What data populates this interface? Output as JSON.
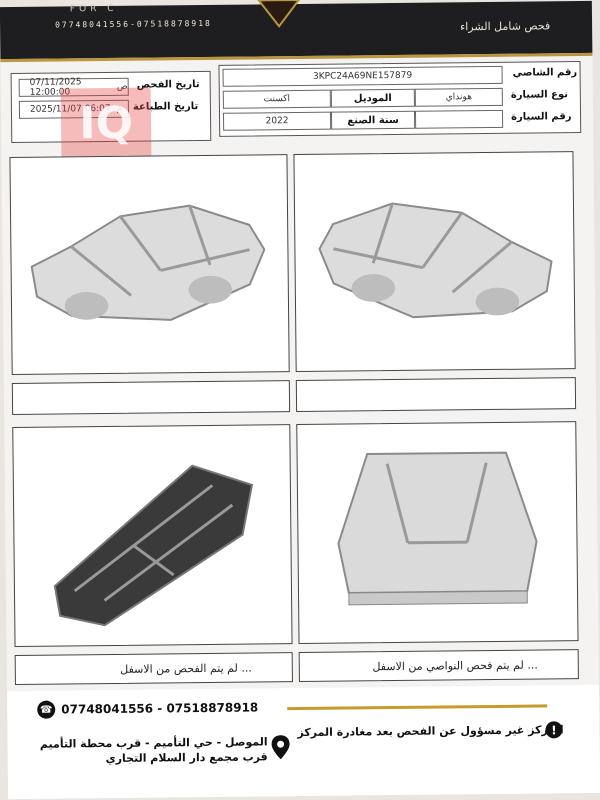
{
  "header": {
    "brand_fragment": "FOR C",
    "phones": "07748041556-07518878918",
    "slogan": "فحص شامل الشراء"
  },
  "vehicle": {
    "chassis_label": "رقم الشاصي",
    "chassis_value": "3KPC24A69NE157879",
    "type_label": "نوع السيارة",
    "type_value": "هونداي",
    "model_label": "الموديل",
    "model_value": "اكسنت",
    "plate_label": "رقم السيارة",
    "plate_value": "",
    "year_label": "سنة الصنع",
    "year_value": "2022"
  },
  "dates": {
    "inspection_label": "تاريخ الفحص",
    "inspection_ampm": "ص",
    "inspection_value": "07/11/2025 12:00:00",
    "print_label": "تاريخ الطباعة",
    "print_ampm": "م",
    "print_value": "2025/11/07 06:07"
  },
  "diagrams": {
    "caption_left": "... لم يتم الفحص من الاسفل",
    "caption_right": "... لم يتم فحص النواصي من الاسفل"
  },
  "footer": {
    "phones": "07748041556 - 07518878918",
    "address_line1": "الموصل - حي التأميم - قرب محطة التأميم",
    "address_line2": "قرب مجمع دار السلام التجاري",
    "disclaimer": "المركز غير مسؤول عن الفحص بعد مغادرة المركز"
  },
  "watermark": "IQ",
  "colors": {
    "gold": "#b9963f",
    "dark": "#1e1e20"
  }
}
